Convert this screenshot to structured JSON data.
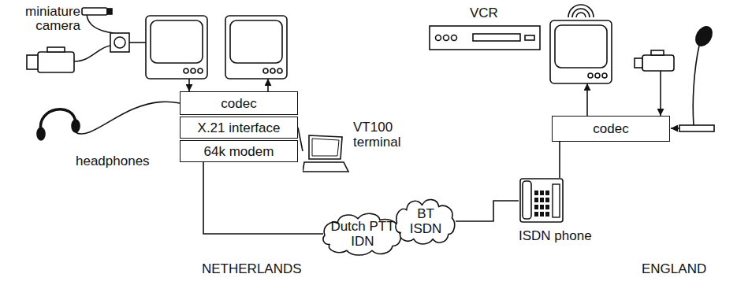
{
  "diagram": {
    "nodes": [
      {
        "text": [
          "codec"
        ]
      },
      {
        "text": [
          "X.21 interface"
        ]
      },
      {
        "text": [
          "64k modem"
        ]
      },
      {
        "text": [
          "VT100 terminal"
        ]
      },
      {
        "text": [
          "Dutch PTT IDN"
        ]
      },
      {
        "text": [
          "BT ISDN"
        ]
      },
      {
        "text": [
          "codec"
        ]
      },
      {
        "text": [
          "ISDN phone"
        ]
      }
    ],
    "edges": [
      {
        "from": 1,
        "to": 3,
        "arrow": "none"
      },
      {
        "from": 2,
        "to": 4,
        "arrow": "none"
      },
      {
        "from": 5,
        "to": 7,
        "arrow": "none"
      },
      {
        "from": 7,
        "to": 6,
        "arrow": "none"
      }
    ],
    "labels": [
      "miniature camera",
      "headphones",
      "VCR",
      "NETHERLANDS",
      "ENGLAND"
    ]
  }
}
